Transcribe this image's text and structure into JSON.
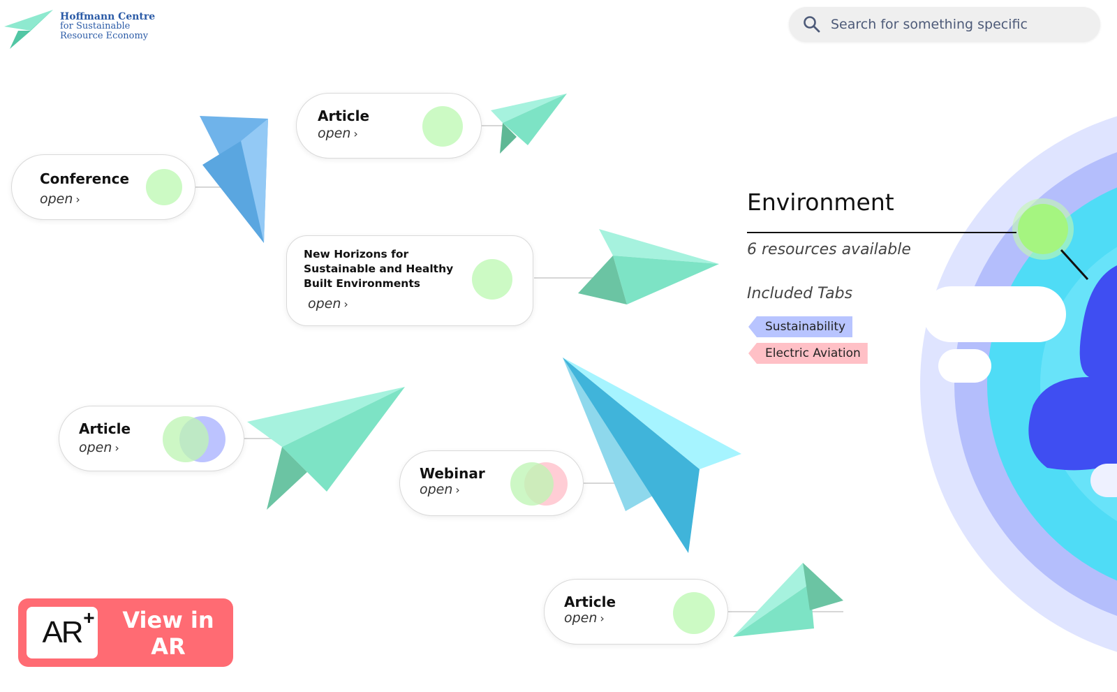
{
  "logo": {
    "line1": "Hoffmann Centre",
    "line2": "for Sustainable",
    "line3": "Resource Economy"
  },
  "search": {
    "placeholder": "Search for something specific"
  },
  "cards": {
    "conference": {
      "title": "Conference",
      "open": "open"
    },
    "article1": {
      "title": "Article",
      "open": "open"
    },
    "new_horizons": {
      "title": "New Horizons for Sustainable and Healthy Built Environments",
      "open": "open"
    },
    "article2": {
      "title": "Article",
      "open": "open"
    },
    "webinar": {
      "title": "Webinar",
      "open": "open"
    },
    "article3": {
      "title": "Article",
      "open": "open"
    }
  },
  "environment": {
    "title": "Environment",
    "resources": "6 resources available",
    "tabs_label": "Included Tabs",
    "tabs": [
      "Sustainability",
      "Electric Aviation"
    ]
  },
  "ar_button": {
    "label": "View in AR"
  },
  "colors": {
    "accent_green": "#ccfac4",
    "ar_red": "#ff6b73",
    "tag_blue": "#b8c4ff",
    "tag_pink": "#ffc0c6"
  }
}
